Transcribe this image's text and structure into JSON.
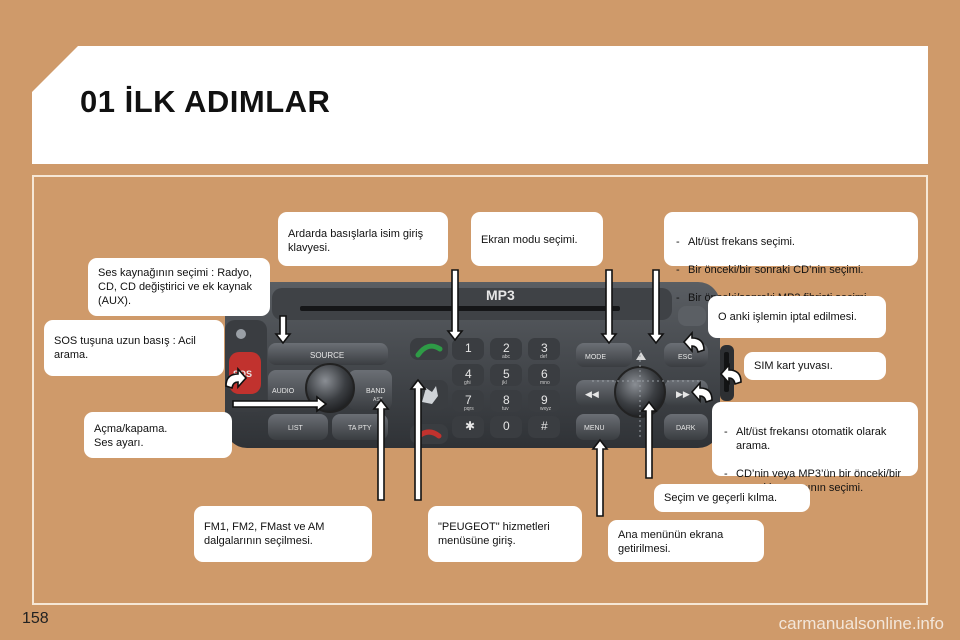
{
  "header": {
    "title": "01 İLK ADIMLAR"
  },
  "page": {
    "number": "158",
    "watermark": "carmanualsonline.info"
  },
  "radio": {
    "display_label": "MP3",
    "buttons": {
      "source": "SOURCE",
      "audio": "AUDIO",
      "band": "BAND",
      "band_sub": "AST",
      "list": "LIST",
      "ta_pty": "TA PTY",
      "mode": "MODE",
      "esc": "ESC",
      "menu": "MENU",
      "dark": "DARK",
      "sos": "SOS",
      "prev": "◀◀",
      "next": "▶▶"
    },
    "keypad": [
      {
        "digit": "1",
        "letters": ""
      },
      {
        "digit": "2",
        "letters": "abc"
      },
      {
        "digit": "3",
        "letters": "def"
      },
      {
        "digit": "4",
        "letters": "ghi"
      },
      {
        "digit": "5",
        "letters": "jkl"
      },
      {
        "digit": "6",
        "letters": "mno"
      },
      {
        "digit": "7",
        "letters": "pqrs"
      },
      {
        "digit": "8",
        "letters": "tuv"
      },
      {
        "digit": "9",
        "letters": "wxyz"
      },
      {
        "digit": "✱",
        "letters": ""
      },
      {
        "digit": "0",
        "letters": ""
      },
      {
        "digit": "#",
        "letters": ""
      }
    ]
  },
  "callouts": {
    "keyboard_entry": "Ardarda basışlarla isim giriş klavyesi.",
    "display_mode": "Ekran modu seçimi.",
    "freq_track": [
      "Alt/üst frekans seçimi.",
      "Bir önceki/bir sonraki CD’nin seçimi.",
      "Bir önceki/sonraki MP3 fihristi seçimi."
    ],
    "source_select": "Ses kaynağının seçimi : Radyo, CD, CD değiştirici ve ek kaynak (AUX).",
    "cancel_operation": "O anki işlemin iptal edilmesi.",
    "sos": "SOS tuşuna uzun basış : Acil arama.",
    "sim_slot": "SIM kart yuvası.",
    "power_volume": "Açma/kapama.\nSes ayarı.",
    "auto_search": [
      "Alt/üst frekansı otomatik olarak arama.",
      "CD’nin veya MP3’ün bir önceki/bir sonraki parçasının seçimi."
    ],
    "confirm": "Seçim ve geçerli kılma.",
    "band_select": "FM1, FM2, FMast ve AM dalgalarının seçilmesi.",
    "peugeot_menu": "\"PEUGEOT\" hizmetleri menüsüne giriş.",
    "main_menu": "Ana menünün ekrana getirilmesi."
  },
  "colors": {
    "background": "#cf9a6a",
    "panel": "#ffffff",
    "radio_body": "#45484c",
    "arrow_fill": "#ffffff",
    "arrow_outline": "#111111"
  }
}
